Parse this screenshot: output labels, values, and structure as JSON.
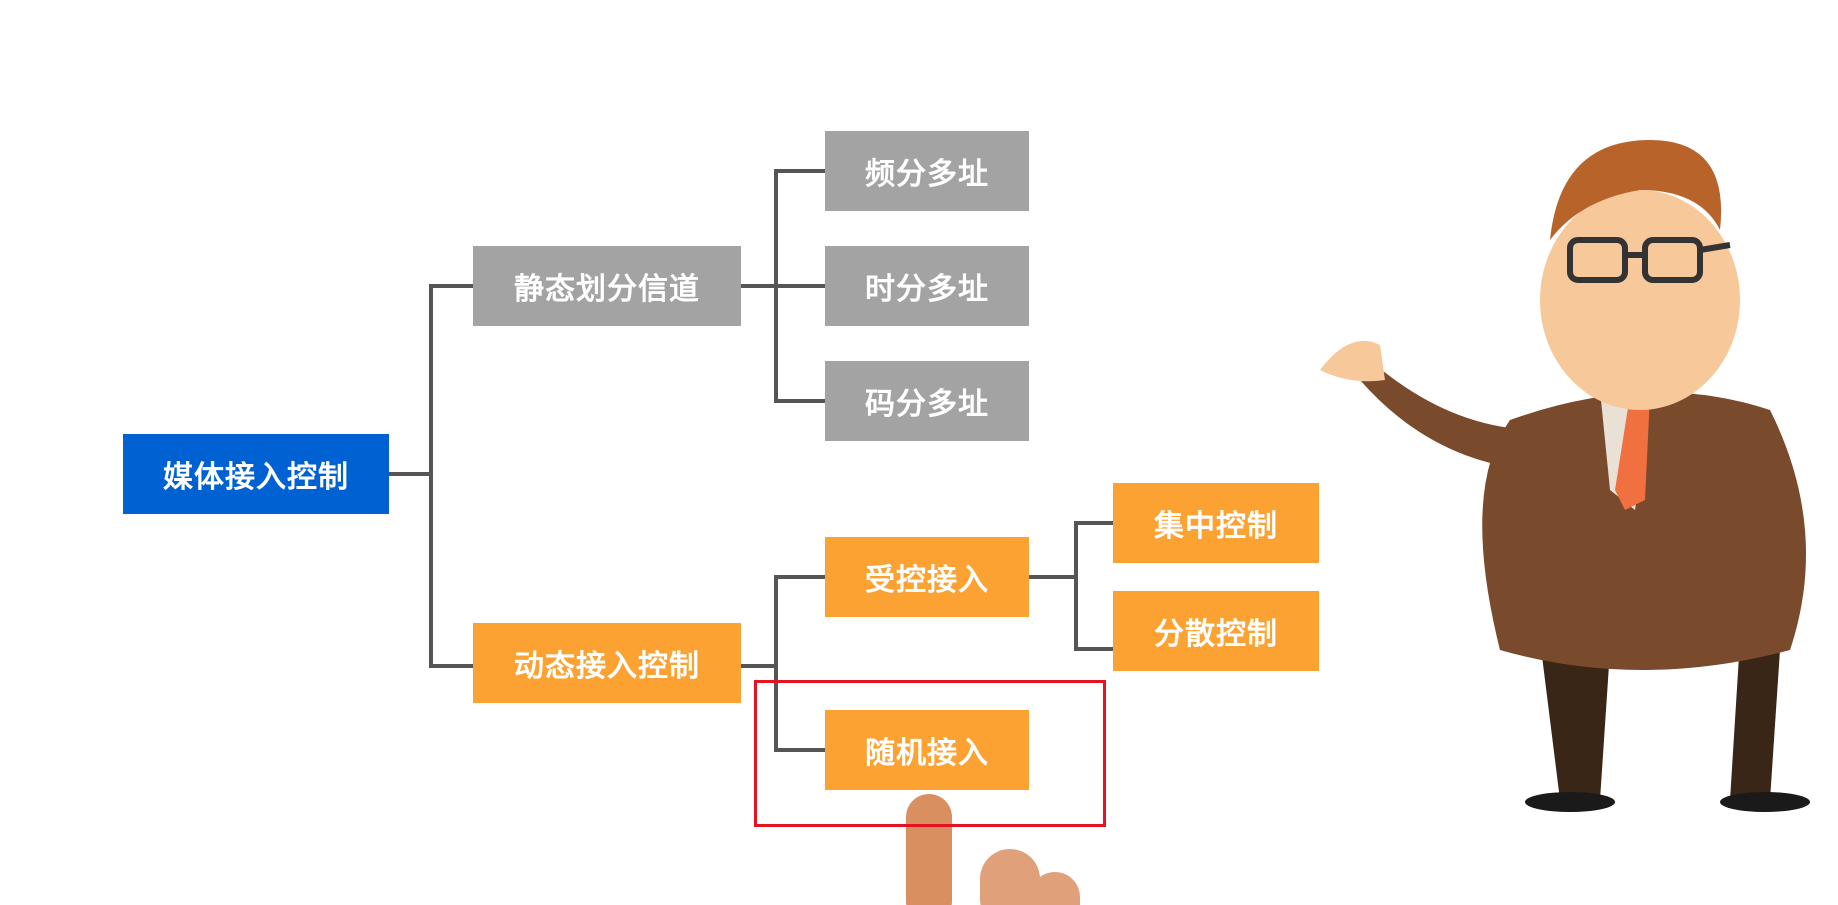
{
  "root": "媒体接入控制",
  "static": {
    "label": "静态划分信道",
    "children": [
      "频分多址",
      "时分多址",
      "码分多址"
    ]
  },
  "dynamic": {
    "label": "动态接入控制",
    "controlled": {
      "label": "受控接入",
      "children": [
        "集中控制",
        "分散控制"
      ]
    },
    "random": "随机接入"
  },
  "colors": {
    "root": "#0061d3",
    "static": "#a3a3a3",
    "dynamic": "#fba233",
    "highlight": "#e3141f"
  }
}
